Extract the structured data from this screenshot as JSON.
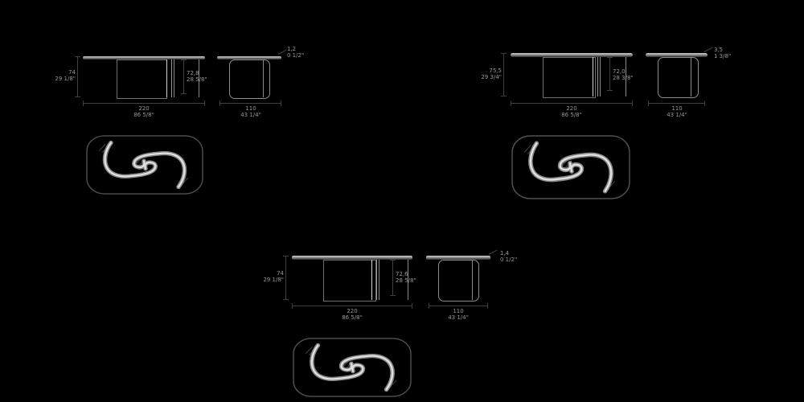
{
  "canvas": {
    "background": "#000000",
    "line_color": "#8f8f8f",
    "dimension_line_color": "#3f3f3f",
    "label_color": "#969696"
  },
  "drawings": [
    {
      "name": "table-variant-1",
      "position": "top-left",
      "dimensions": {
        "height_cm": "74",
        "height_in": "29 1/8\"",
        "clearance_cm": "72,8",
        "clearance_in": "28 5/8\"",
        "length_cm": "220",
        "length_in": "86 5/8\"",
        "top_thickness_cm": "1,2",
        "top_thickness_in": "0 1/2\"",
        "depth_cm": "110",
        "depth_in": "43 1/4\""
      }
    },
    {
      "name": "table-variant-2",
      "position": "top-right",
      "dimensions": {
        "height_cm": "75,5",
        "height_in": "29 3/4\"",
        "clearance_cm": "72,0",
        "clearance_in": "28 3/8\"",
        "length_cm": "220",
        "length_in": "86 5/8\"",
        "top_thickness_cm": "3,5",
        "top_thickness_in": "1 3/8\"",
        "depth_cm": "110",
        "depth_in": "43 1/4\""
      }
    },
    {
      "name": "table-variant-3",
      "position": "bottom-center",
      "dimensions": {
        "height_cm": "74",
        "height_in": "29 1/8\"",
        "clearance_cm": "72,6",
        "clearance_in": "28 5/8\"",
        "length_cm": "220",
        "length_in": "86 5/8\"",
        "top_thickness_cm": "1,4",
        "top_thickness_in": "0 1/2\"",
        "depth_cm": "110",
        "depth_in": "43 1/4\""
      }
    }
  ]
}
